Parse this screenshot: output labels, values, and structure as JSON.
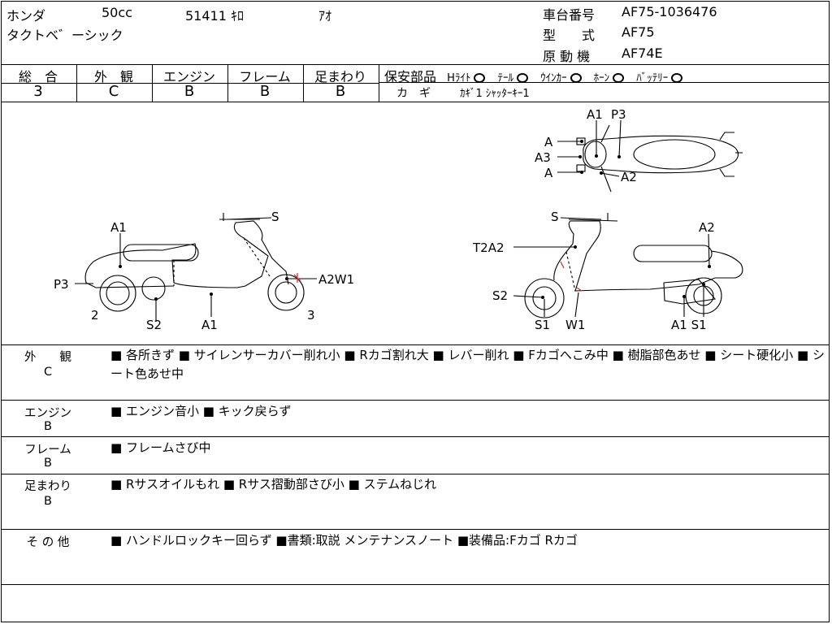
{
  "header": {
    "maker": "ホンダ",
    "displacement": "50cc",
    "mileage": "51411 ｷﾛ",
    "color": "ｱｵ",
    "model_name": "タクトベ゛ーシック",
    "frame_no_label": "車台番号",
    "frame_no": "AF75-1036476",
    "type_label": "型　　式",
    "type_value": "AF75",
    "engine_label": "原 動 機",
    "engine_value": "AF74E"
  },
  "grades": {
    "overall_label": "総　合",
    "overall": "3",
    "exterior_label": "外　観",
    "exterior": "C",
    "engine_label": "エンジン",
    "engine": "B",
    "frame_label": "フレーム",
    "frame": "B",
    "suspension_label": "足まわり",
    "suspension": "B"
  },
  "safety": {
    "label": "保安部品",
    "items": [
      "Hﾗｲﾄ",
      "ﾃｰﾙ",
      "ｳｲﾝｶｰ",
      "ﾎｰﾝ",
      "ﾊﾞｯﾃﾘｰ"
    ],
    "key_label": "カ　ギ",
    "key_value": "ｶｷﾞ1 ｼｬｯﾀｰｷｰ1"
  },
  "diagram": {
    "top": {
      "a1": "A1",
      "p3": "P3",
      "a_top": "A",
      "a3": "A3",
      "a_bottom": "A",
      "a2": "A2"
    },
    "left": {
      "a1": "A1",
      "s": "S",
      "p3": "P3",
      "a2w1": "A2W1",
      "n2": "2",
      "s2": "S2",
      "a1b": "A1",
      "n3": "3"
    },
    "right": {
      "s": "S",
      "a2": "A2",
      "t2a2": "T2A2",
      "s2": "S2",
      "s1": "S1",
      "w1": "W1",
      "a1s1": "A1 S1"
    }
  },
  "details": [
    {
      "label": "外　　観",
      "grade": "C",
      "text": "■ 各所きず ■ サイレンサーカバー削れ小 ■ Rカゴ割れ大 ■ レバー削れ ■ Fカゴへこみ中 ■ 樹脂部色あせ ■ シート硬化小 ■ シート色あせ中"
    },
    {
      "label": "エンジン",
      "grade": "B",
      "text": "■ エンジン音小 ■ キック戻らず"
    },
    {
      "label": "フレーム",
      "grade": "B",
      "text": "■ フレームさび中"
    },
    {
      "label": "足まわり",
      "grade": "B",
      "text": "■ Rサスオイルもれ ■ Rサス摺動部さび小 ■ ステムねじれ"
    },
    {
      "label": "そ の 他",
      "grade": "",
      "text": "■ ハンドルロックキー回らず ■書類:取説 メンテナンスノート ■装備品:Fカゴ Rカゴ"
    }
  ]
}
